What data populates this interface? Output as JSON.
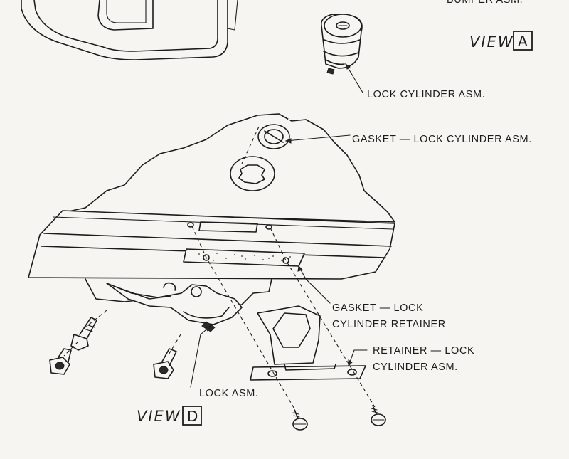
{
  "labels": {
    "bumper": "BUMPER ASM.",
    "lock_cylinder": "LOCK CYLINDER ASM.",
    "gasket_cylinder": "GASKET — LOCK CYLINDER ASM.",
    "gasket_retainer_l1": "GASKET — LOCK",
    "gasket_retainer_l2": "CYLINDER RETAINER",
    "retainer_l1": "RETAINER — LOCK",
    "retainer_l2": "CYLINDER ASM.",
    "lock_asm": "LOCK ASM."
  },
  "views": {
    "top": {
      "word": "VIEW",
      "letter": "A"
    },
    "bottom": {
      "word": "VIEW",
      "letter": "D"
    }
  }
}
